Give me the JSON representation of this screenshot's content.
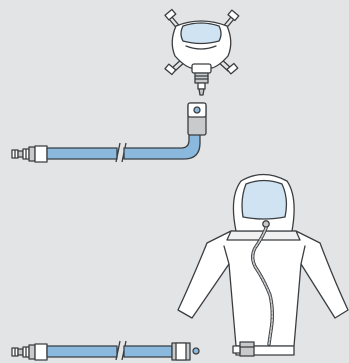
{
  "diagram": {
    "background_color": "#e3e4e5",
    "components": [
      {
        "id": "full-face-mask",
        "icon": "full-face-mask-icon"
      },
      {
        "id": "supply-hose-with-elbow",
        "icon": "hose-elbow-icon"
      },
      {
        "id": "protective-suit-with-hood",
        "icon": "protective-suit-icon"
      },
      {
        "id": "supply-hose-with-suit-connector",
        "icon": "hose-straight-icon"
      }
    ],
    "colors": {
      "hose_blue": "#8ab9dd",
      "visor_blue": "#cfe3f3",
      "outline": "#3a3d40",
      "component_gray": "#c9cacb",
      "component_white": "#ffffff",
      "suit_fill": "#ffffff"
    }
  }
}
